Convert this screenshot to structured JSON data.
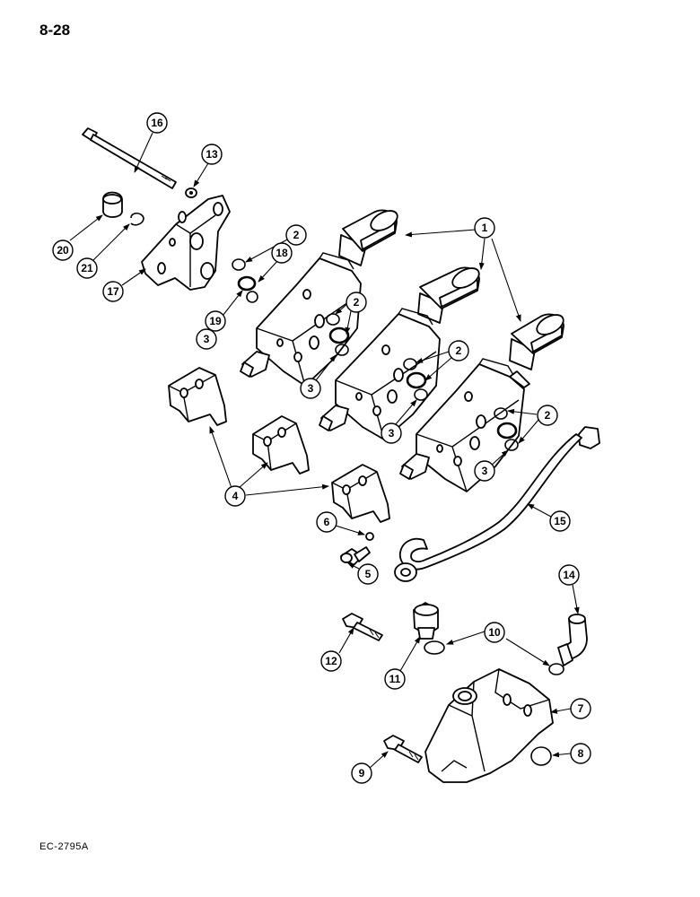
{
  "page": {
    "number": "8-28",
    "figure_code": "EC-2795A"
  },
  "callouts": {
    "c1": "1",
    "c2a": "2",
    "c2b": "2",
    "c2c": "2",
    "c2d": "2",
    "c3a": "3",
    "c3b": "3",
    "c3c": "3",
    "c3d": "3",
    "c4": "4",
    "c5": "5",
    "c6": "6",
    "c7": "7",
    "c8": "8",
    "c9": "9",
    "c10": "10",
    "c11": "11",
    "c12": "12",
    "c13": "13",
    "c14": "14",
    "c15": "15",
    "c16": "16",
    "c17": "17",
    "c18": "18",
    "c19": "19",
    "c20": "20",
    "c21": "21"
  }
}
